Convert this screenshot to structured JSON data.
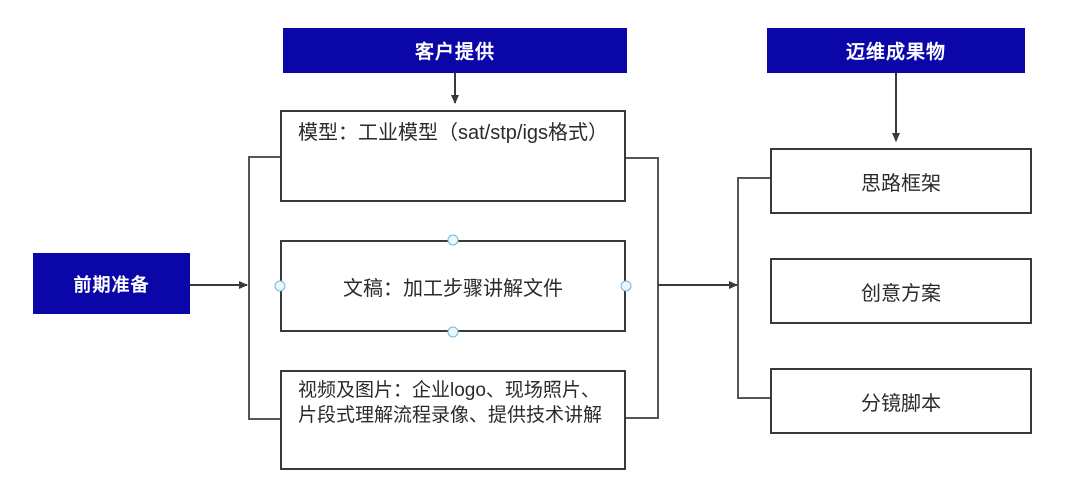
{
  "diagram": {
    "title_boxes": [
      {
        "id": "customer-provides",
        "label": "客户提供"
      },
      {
        "id": "maiwei-deliverables",
        "label": "迈维成果物"
      }
    ],
    "start_node": {
      "id": "preliminary-prep",
      "label": "前期准备"
    },
    "inputs": [
      {
        "id": "model",
        "label": "模型：工业模型（sat/stp/igs格式）",
        "selected": false
      },
      {
        "id": "document",
        "label": "文稿：加工步骤讲解文件",
        "selected": true
      },
      {
        "id": "video",
        "label": "视频及图片：企业logo、现场照片、片段式理解流程录像、提供技术讲解",
        "selected": false
      }
    ],
    "outputs": [
      {
        "id": "framework",
        "label": "思路框架"
      },
      {
        "id": "creative",
        "label": "创意方案"
      },
      {
        "id": "storyboard",
        "label": "分镜脚本"
      }
    ],
    "colors": {
      "accent_blue": "#0a06a8",
      "box_border": "#3a3a3a",
      "connector": "#444444",
      "handle_fill": "#eaf6fc",
      "handle_border": "#72b8dd",
      "background": "#ffffff",
      "text": "#2b2b2b"
    },
    "connectors": [
      {
        "id": "customer-to-model",
        "type": "arrow",
        "direction": "down"
      },
      {
        "id": "maiwei-to-framework",
        "type": "arrow",
        "direction": "down"
      },
      {
        "id": "prep-to-inputs",
        "type": "arrow",
        "direction": "right"
      },
      {
        "id": "inputs-to-outputs",
        "type": "arrow",
        "direction": "right"
      },
      {
        "id": "input-bracket",
        "type": "bracket"
      },
      {
        "id": "output-bracket",
        "type": "bracket"
      }
    ]
  }
}
